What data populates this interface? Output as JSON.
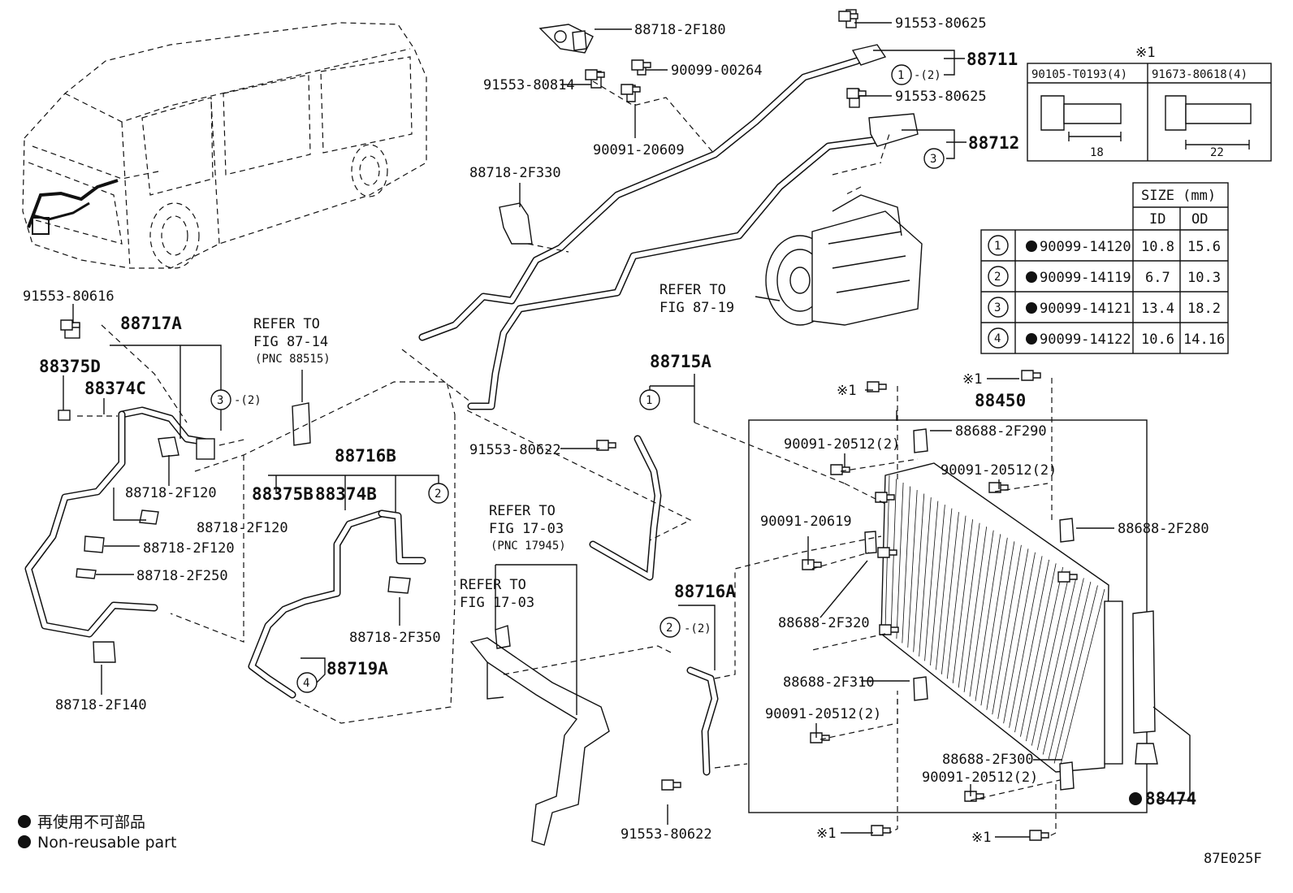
{
  "labels": {
    "l_91553_80625a": "91553-80625",
    "l_88718_2F180": "88718-2F180",
    "l_90099_00264": "90099-00264",
    "l_91553_80814": "91553-80814",
    "l_90091_20609": "90091-20609",
    "l_88711": "88711",
    "l_91553_80625b": "91553-80625",
    "l_88712": "88712",
    "l_88718_2F330": "88718-2F330",
    "l_91553_80616": "91553-80616",
    "l_88717A": "88717A",
    "l_88375D": "88375D",
    "l_88374C": "88374C",
    "l_refer_87_14": "REFER TO",
    "l_fig_87_14": "FIG 87-14",
    "l_pnc_88515": "(PNC 88515)",
    "l_refer_87_19": "REFER TO",
    "l_fig_87_19": "FIG 87-19",
    "l_88715A": "88715A",
    "l_88450": "88450",
    "l_88716B": "88716B",
    "l_88375B": "88375B",
    "l_88374B": "88374B",
    "l_88718_2F120a": "88718-2F120",
    "l_88718_2F120b": "88718-2F120",
    "l_88718_2F120c": "88718-2F120",
    "l_88718_2F250": "88718-2F250",
    "l_88718_2F140": "88718-2F140",
    "l_91553_80622a": "91553-80622",
    "l_refer_17_03a": "REFER TO",
    "l_fig_17_03a": "FIG 17-03",
    "l_pnc_17945": "(PNC 17945)",
    "l_refer_17_03b": "REFER TO",
    "l_fig_17_03b": "FIG 17-03",
    "l_88718_2F350": "88718-2F350",
    "l_88719A": "88719A",
    "l_88716A": "88716A",
    "l_91553_80622b": "91553-80622",
    "l_90091_20512_1": "90091-20512(2)",
    "l_88688_2F290": "88688-2F290",
    "l_90091_20512_2": "90091-20512(2)",
    "l_90091_20619": "90091-20619",
    "l_88688_2F280": "88688-2F280",
    "l_88688_2F320": "88688-2F320",
    "l_88688_2F310": "88688-2F310",
    "l_90091_20512_3": "90091-20512(2)",
    "l_88688_2F300": "88688-2F300",
    "l_90091_20512_4": "90091-20512(2)",
    "l_88474": "88474",
    "l_mark1": "※1",
    "l_mark2": "※1",
    "l_mark3": "※1",
    "l_mark4": "※1",
    "l_mark5": "※1",
    "qty_2a": "-(2)",
    "qty_2b": "-(2)",
    "qty_2c": "-(2)",
    "fig_code": "87E025F"
  },
  "bolt_table": {
    "mark": "※1",
    "col1": "90105-T0193(4)",
    "col2": "91673-80618(4)",
    "len1": "18",
    "len2": "22"
  },
  "size_table": {
    "header": "SIZE (mm)",
    "id_label": "ID",
    "od_label": "OD",
    "rows": [
      {
        "n": "1",
        "part": "90099-14120",
        "id": "10.8",
        "od": "15.6"
      },
      {
        "n": "2",
        "part": "90099-14119",
        "id": "6.7",
        "od": "10.3"
      },
      {
        "n": "3",
        "part": "90099-14121",
        "id": "13.4",
        "od": "18.2"
      },
      {
        "n": "4",
        "part": "90099-14122",
        "id": "10.6",
        "od": "14.16"
      }
    ]
  },
  "legend": {
    "jp": "再使用不可部品",
    "en": "Non-reusable part"
  },
  "circles": {
    "c1a": "1",
    "c3a": "3",
    "c3b": "3",
    "c1b": "1",
    "c2a": "2",
    "c2b": "2",
    "c4a": "4"
  }
}
